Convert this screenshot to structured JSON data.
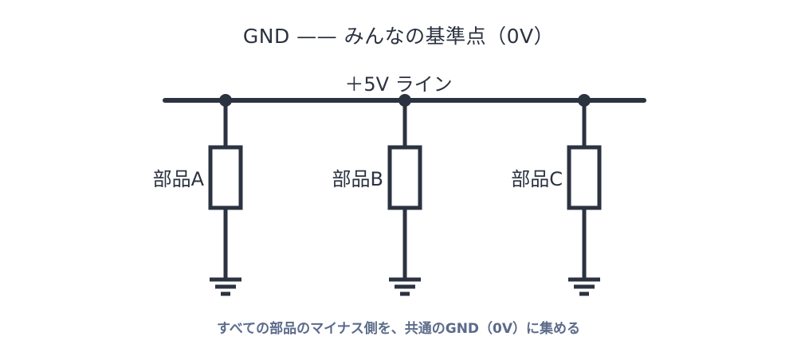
{
  "title": "GND —— みんなの基準点（0V）",
  "rail_label": "＋5V ライン",
  "parts": [
    {
      "label": "部品A"
    },
    {
      "label": "部品B"
    },
    {
      "label": "部品C"
    }
  ],
  "caption": "すべての部品のマイナス側を、共通のGND（0V）に集める",
  "colors": {
    "line": "#2b3240",
    "caption": "#5b6b8a"
  }
}
